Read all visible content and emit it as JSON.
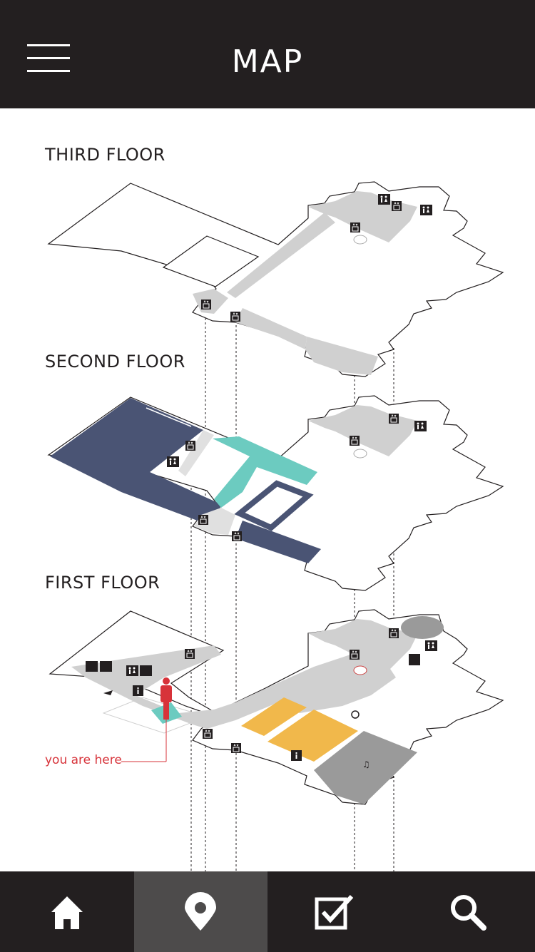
{
  "header": {
    "title": "MAP",
    "menu_icon": "hamburger-menu-icon"
  },
  "floors": [
    {
      "label": "THIRD FLOOR"
    },
    {
      "label": "SECOND FLOOR"
    },
    {
      "label": "FIRST FLOOR"
    }
  ],
  "marker": {
    "label": "you are here",
    "color": "#d7333a"
  },
  "colors": {
    "navy": "#4a5474",
    "teal": "#6ccbc0",
    "yellow": "#f1b84b",
    "gray": "#d0d0d0",
    "dark_gray": "#9a9a9a",
    "bar": "#231f20",
    "active_tab": "#4d4b4b"
  },
  "tabs": [
    {
      "icon": "home-icon",
      "active": false
    },
    {
      "icon": "location-pin-icon",
      "active": true
    },
    {
      "icon": "checkbox-icon",
      "active": false
    },
    {
      "icon": "search-icon",
      "active": false
    }
  ]
}
